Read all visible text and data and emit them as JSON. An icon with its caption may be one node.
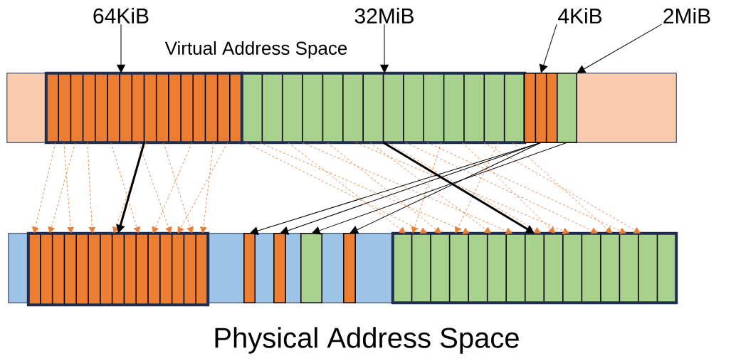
{
  "diagram": {
    "nodes": [
      {
        "text": [
          "64KiB"
        ]
      },
      {
        "text": [
          "32MiB"
        ]
      },
      {
        "text": [
          "4KiB"
        ]
      },
      {
        "text": [
          "2MiB"
        ]
      },
      {
        "text": [],
        "shape": "bar"
      },
      {
        "text": [],
        "shape": "box",
        "in": 4
      },
      {
        "text": [],
        "shape": "box",
        "in": 4
      },
      {
        "text": [],
        "shape": "box",
        "in": 4
      },
      {
        "text": [],
        "shape": "box",
        "in": 4
      },
      {
        "text": [],
        "shape": "bar"
      },
      {
        "text": [],
        "shape": "box",
        "in": 9
      },
      {
        "text": [],
        "shape": "box",
        "in": 9
      },
      {
        "text": [],
        "shape": "box",
        "in": 9
      },
      {
        "text": [],
        "shape": "box",
        "in": 9
      },
      {
        "text": [],
        "shape": "box",
        "in": 9
      },
      {
        "text": [],
        "shape": "box",
        "in": 9
      }
    ],
    "edges": [
      {
        "from": 0,
        "to": 5,
        "arrow": "to",
        "color": "#000000"
      },
      {
        "from": 1,
        "to": 6,
        "arrow": "to",
        "color": "#000000"
      },
      {
        "from": 2,
        "to": 7,
        "arrow": "to",
        "color": "#000000"
      },
      {
        "from": 3,
        "to": 8,
        "arrow": "to",
        "color": "#000000"
      },
      {
        "from": 5,
        "to": 10,
        "arrow": "to",
        "style": "thick",
        "color": "#000000"
      },
      {
        "from": 6,
        "to": 15,
        "arrow": "to",
        "style": "thick",
        "color": "#000000"
      },
      {
        "from": 7,
        "to": 11,
        "arrow": "to",
        "color": "#000000"
      },
      {
        "from": 7,
        "to": 12,
        "arrow": "to",
        "color": "#000000"
      },
      {
        "from": 7,
        "to": 14,
        "arrow": "to",
        "color": "#000000"
      },
      {
        "from": 8,
        "to": 13,
        "arrow": "to",
        "color": "#000000"
      },
      {
        "from": 5,
        "to": 10,
        "arrow": "to",
        "style": "dashed",
        "color": "#ed7d31"
      },
      {
        "from": 5,
        "to": 10,
        "arrow": "to",
        "style": "dashed",
        "color": "#ed7d31"
      },
      {
        "from": 5,
        "to": 10,
        "arrow": "to",
        "style": "dashed",
        "color": "#ed7d31"
      },
      {
        "from": 5,
        "to": 10,
        "arrow": "to",
        "style": "dashed",
        "color": "#ed7d31"
      },
      {
        "from": 5,
        "to": 10,
        "arrow": "to",
        "style": "dashed",
        "color": "#ed7d31"
      },
      {
        "from": 5,
        "to": 10,
        "arrow": "to",
        "style": "dashed",
        "color": "#ed7d31"
      },
      {
        "from": 5,
        "to": 10,
        "arrow": "to",
        "style": "dashed",
        "color": "#ed7d31"
      },
      {
        "from": 5,
        "to": 10,
        "arrow": "to",
        "style": "dashed",
        "color": "#ed7d31"
      },
      {
        "from": 5,
        "to": 10,
        "arrow": "to",
        "style": "dashed",
        "color": "#ed7d31"
      },
      {
        "from": 5,
        "to": 10,
        "arrow": "to",
        "style": "dashed",
        "color": "#ed7d31"
      },
      {
        "from": 5,
        "to": 10,
        "arrow": "to",
        "style": "dashed",
        "color": "#ed7d31"
      },
      {
        "from": 6,
        "to": 15,
        "arrow": "to",
        "style": "dashed",
        "color": "#ed7d31"
      },
      {
        "from": 6,
        "to": 15,
        "arrow": "to",
        "style": "dashed",
        "color": "#ed7d31"
      },
      {
        "from": 6,
        "to": 15,
        "arrow": "to",
        "style": "dashed",
        "color": "#ed7d31"
      },
      {
        "from": 6,
        "to": 15,
        "arrow": "to",
        "style": "dashed",
        "color": "#ed7d31"
      },
      {
        "from": 6,
        "to": 15,
        "arrow": "to",
        "style": "dashed",
        "color": "#ed7d31"
      },
      {
        "from": 6,
        "to": 15,
        "arrow": "to",
        "style": "dashed",
        "color": "#ed7d31"
      },
      {
        "from": 6,
        "to": 15,
        "arrow": "to",
        "style": "dashed",
        "color": "#ed7d31"
      },
      {
        "from": 6,
        "to": 15,
        "arrow": "to",
        "style": "dashed",
        "color": "#ed7d31"
      },
      {
        "from": 6,
        "to": 15,
        "arrow": "to",
        "style": "dashed",
        "color": "#ed7d31"
      },
      {
        "from": 6,
        "to": 15,
        "arrow": "to",
        "style": "dashed",
        "color": "#ed7d31"
      },
      {
        "from": 6,
        "to": 15,
        "arrow": "to",
        "style": "dashed",
        "color": "#ed7d31"
      },
      {
        "from": 6,
        "to": 15,
        "arrow": "to",
        "style": "dashed",
        "color": "#ed7d31"
      },
      {
        "from": 6,
        "to": 15,
        "arrow": "to",
        "style": "dashed",
        "color": "#ed7d31"
      },
      {
        "from": 6,
        "to": 15,
        "arrow": "to",
        "style": "dashed",
        "color": "#ed7d31"
      },
      {
        "from": 6,
        "to": 15,
        "arrow": "to",
        "style": "dashed",
        "color": "#ed7d31"
      }
    ],
    "labels": [
      "Virtual Address Space",
      "Physical Address Space"
    ]
  }
}
